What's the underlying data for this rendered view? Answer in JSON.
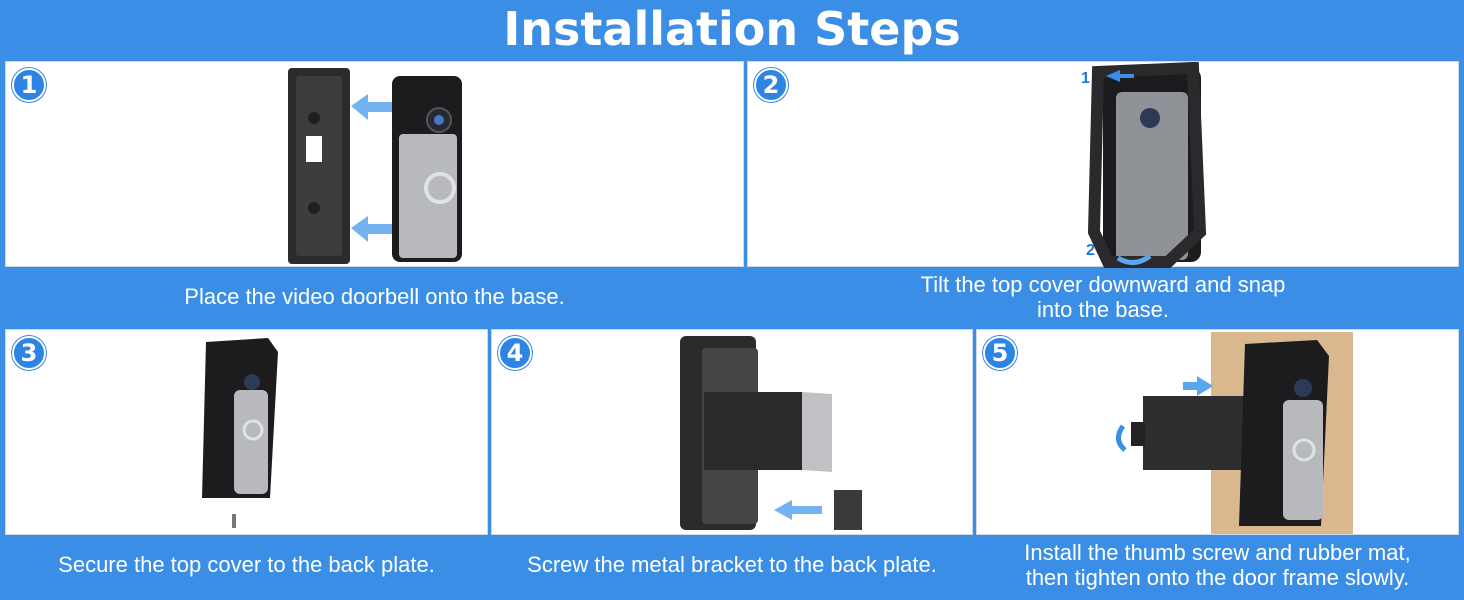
{
  "header": {
    "title": "Installation Steps"
  },
  "steps": [
    {
      "number": "1",
      "caption": "Place the video doorbell onto the base."
    },
    {
      "number": "2",
      "caption_line1": "Tilt the top cover downward and snap",
      "caption_line2": "into the base.",
      "label_a": "1",
      "label_b": "2"
    },
    {
      "number": "3",
      "caption": "Secure the top cover to the back plate."
    },
    {
      "number": "4",
      "caption": "Screw the metal bracket to the back plate."
    },
    {
      "number": "5",
      "caption_line1": "Install the thumb screw and rubber mat,",
      "caption_line2": "then tighten onto the door frame slowly."
    }
  ],
  "colors": {
    "accent": "#3a8ee6",
    "arrow": "#5aa6f0"
  }
}
